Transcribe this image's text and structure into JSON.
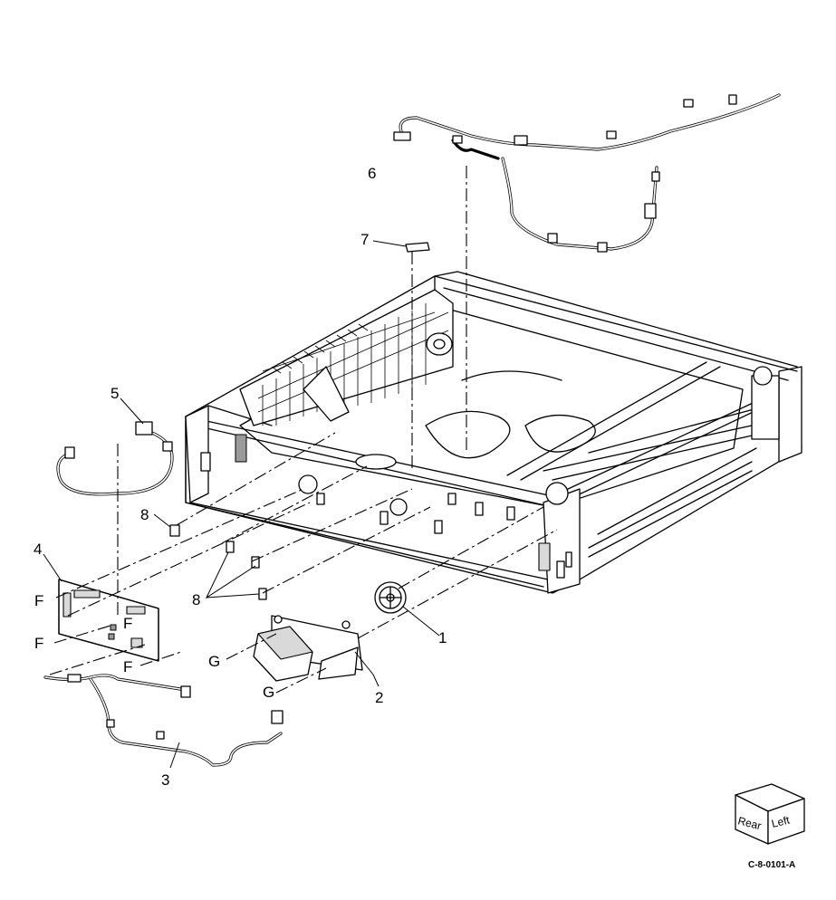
{
  "figure_id": "C-8-0101-A",
  "callouts": {
    "c1": "1",
    "c2": "2",
    "c3": "3",
    "c4": "4",
    "c5": "5",
    "c6": "6",
    "c7": "7",
    "c8a": "8",
    "c8b": "8",
    "f1": "F",
    "f2": "F",
    "f3": "F",
    "f4": "F",
    "g1": "G",
    "g2": "G"
  },
  "orientation": {
    "rear": "Rear",
    "left": "Left"
  }
}
